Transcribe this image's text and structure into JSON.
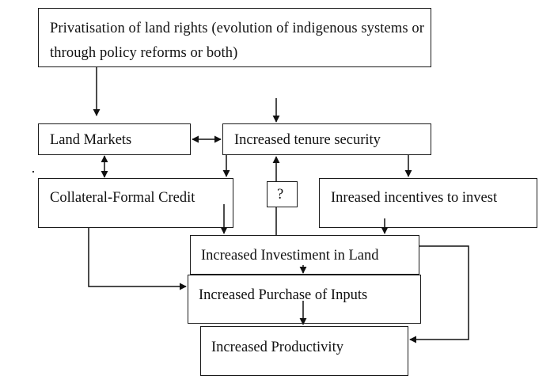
{
  "diagram": {
    "boxes": {
      "privatisation": "Privatisation of land rights (evolution of indigenous systems or through policy reforms or both)",
      "land_markets": "Land Markets",
      "tenure_security": "Increased tenure security",
      "collateral_credit": "Collateral-Formal Credit",
      "question": "?",
      "incentives": "Inreased incentives to invest",
      "investment": "Increased Investiment in Land",
      "inputs": "Increased Purchase of Inputs",
      "productivity": "Increased Productivity"
    }
  }
}
